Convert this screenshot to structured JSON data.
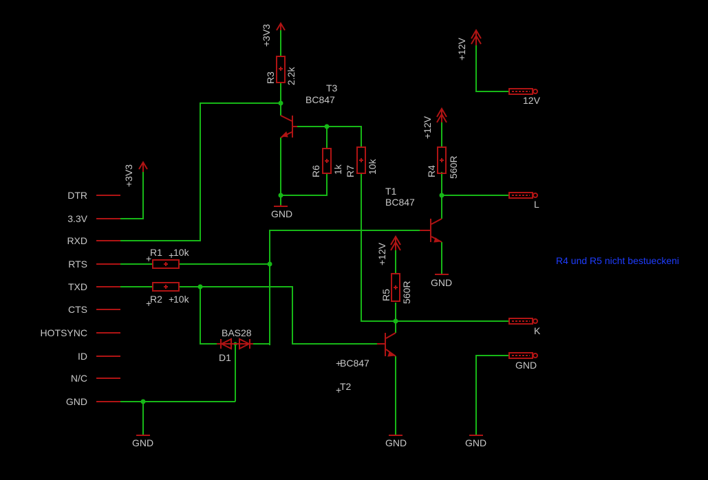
{
  "connector": {
    "pins": [
      "DTR",
      "3.3V",
      "RXD",
      "RTS",
      "TXD",
      "CTS",
      "HOTSYNC",
      "ID",
      "N/C",
      "GND"
    ]
  },
  "supply": {
    "v33": "+3V3",
    "v12": "+12V",
    "gnd": "GND"
  },
  "parts": {
    "r1": {
      "name": "R1",
      "value": "10k"
    },
    "r2": {
      "name": "R2",
      "value": "10k"
    },
    "r3": {
      "name": "R3",
      "value": "2.2k"
    },
    "r4": {
      "name": "R4",
      "value": "560R"
    },
    "r5": {
      "name": "R5",
      "value": "560R"
    },
    "r6": {
      "name": "R6",
      "value": "1k"
    },
    "r7": {
      "name": "R7",
      "value": "10k"
    },
    "t1": {
      "name": "T1",
      "value": "BC847"
    },
    "t2": {
      "name": "T2",
      "value": "BC847"
    },
    "t3": {
      "name": "T3",
      "value": "BC847"
    },
    "d1": {
      "name": "D1",
      "value": "BAS28"
    }
  },
  "outputs": {
    "p12v": "12V",
    "l": "L",
    "k": "K",
    "gnd": "GND"
  },
  "note": "R4 und R5 nicht bestueckeni",
  "colors": {
    "wire": "#17b817",
    "part": "#b01414",
    "label": "#c8c8c8",
    "note": "#1e3cff",
    "background": "#000000"
  }
}
